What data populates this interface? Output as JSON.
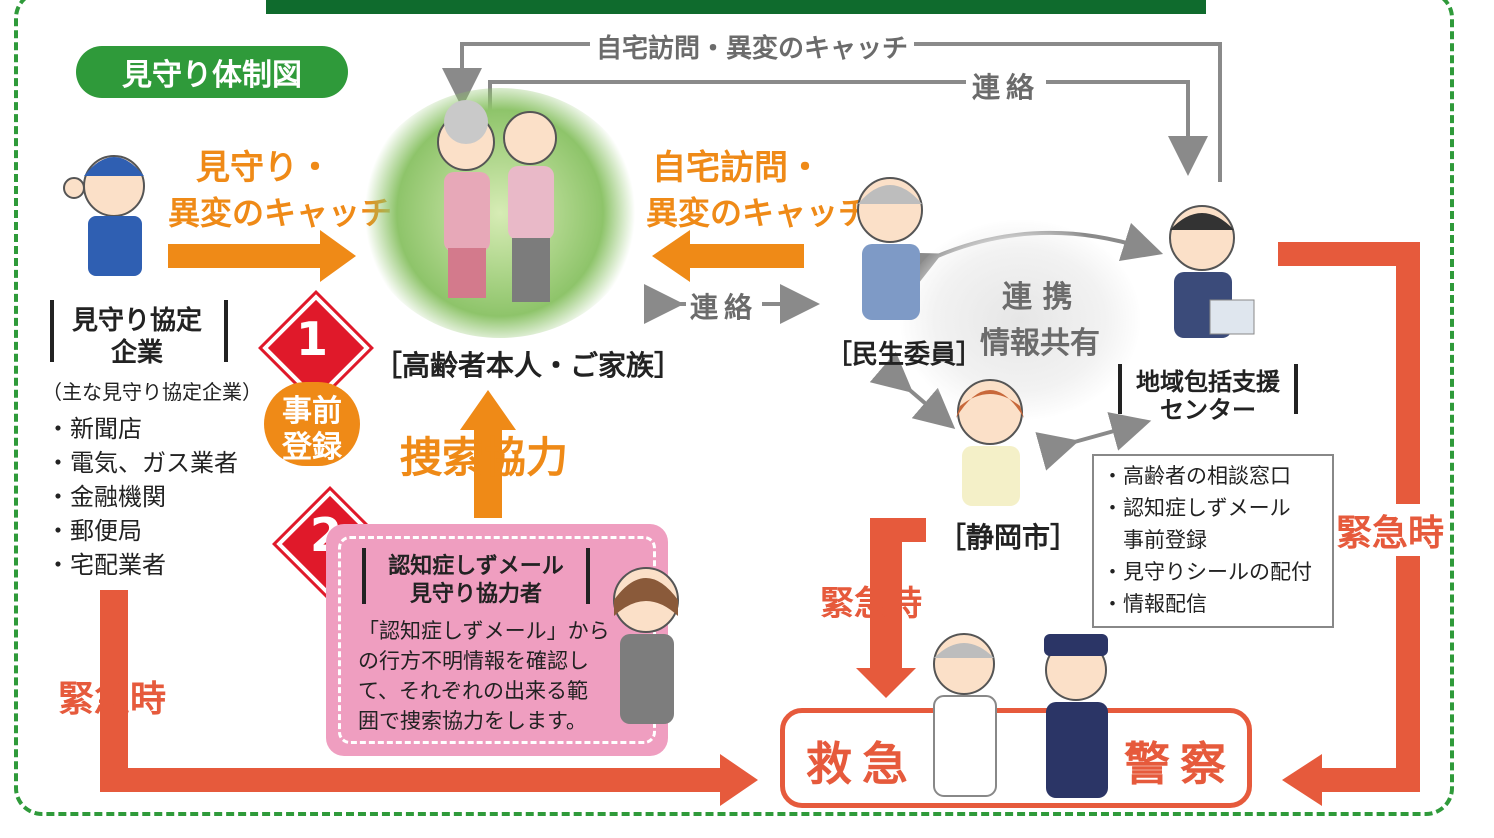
{
  "title": "見守り体制図",
  "top_arrow_label": "自宅訪問・異変のキャッチ",
  "renraku_top": "連絡",
  "left_arrow_label_line1": "見守り・",
  "left_arrow_label_line2": "異変のキャッチ",
  "right_arrow_label_line1": "自宅訪問・",
  "right_arrow_label_line2": "異変のキャッチ",
  "renraku_middle": "連絡",
  "elderly_label": "［高齢者本人・ご家族］",
  "company": {
    "title_line1": "見守り協定",
    "title_line2": "企業",
    "subtitle": "（主な見守り協定企業）",
    "items": [
      "・新聞店",
      "・電気、ガス業者",
      "・金融機関",
      "・郵便局",
      "・宅配業者"
    ]
  },
  "step1": {
    "number": "1",
    "label_line1": "事前",
    "label_line2": "登録"
  },
  "step2": {
    "number": "2"
  },
  "search_coop": "捜索協力",
  "supporter": {
    "title_line1": "認知症しずメール",
    "title_line2": "見守り協力者",
    "desc": [
      "「認知症しずメール」から",
      "の行方不明情報を確認し",
      "て、それぞれの出来る範",
      "囲で捜索協力をします。"
    ]
  },
  "minsei": "［民生委員］",
  "cooperation_line1": "連 携",
  "cooperation_line2": "情報共有",
  "center": {
    "title_line1": "地域包括支援",
    "title_line2": "センター"
  },
  "city": "［静岡市］",
  "center_services": [
    "・高齢者の相談窓口",
    "・認知症しずメール",
    "　事前登録",
    "・見守りシールの配付",
    "・情報配信"
  ],
  "emergency_label": "緊急時",
  "emergency_left": "緊急時",
  "emergency_right": "緊急時",
  "kyukyu": "救急",
  "keisatsu": "警察",
  "colors": {
    "green": "#2f9a3a",
    "orange": "#ef8a17",
    "red": "#e65a3c",
    "pink": "#ef9ec0",
    "badge_red": "#e0192a"
  }
}
